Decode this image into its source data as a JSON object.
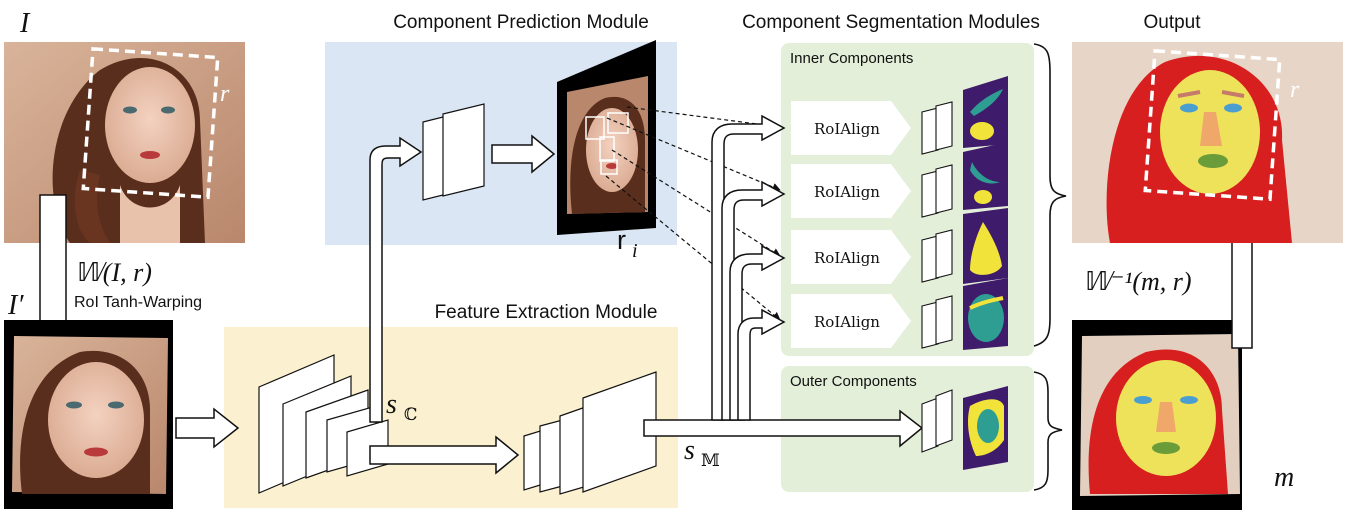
{
  "headings": {
    "prediction": "Component Prediction Module",
    "segmentation": "Component Segmentation Modules",
    "output": "Output",
    "feature": "Feature Extraction Module",
    "warp": "RoI Tanh-Warping"
  },
  "groups": {
    "inner": "Inner Components",
    "outer": "Outer Components"
  },
  "roi_align": [
    "RoIAlign",
    "RoIAlign",
    "RoIAlign",
    "RoIAlign"
  ],
  "math": {
    "input_image": "I",
    "warped_image": "I′",
    "rect_in": "r",
    "rect_out": "r",
    "warp_fn": "𝕎(I, r)",
    "inverse_fn": "𝕎⁻¹(m, r)",
    "rois_base": "r",
    "rois_sub": "i",
    "feat_c_base": "s",
    "feat_c_sub": "ℂ",
    "feat_m_base": "s",
    "feat_m_sub": "𝕄",
    "mask_label": "m"
  },
  "colors": {
    "prediction_bg": "#dbe6f4",
    "feature_bg": "#fbf0cf",
    "segmentation_bg": "#e3efd9",
    "mask_bg": "#3f1b6b",
    "mask_teal": "#2e9e92",
    "mask_yellow": "#f2e33a",
    "hair_red": "#d81f1f",
    "skin_yellow": "#ede25a"
  }
}
